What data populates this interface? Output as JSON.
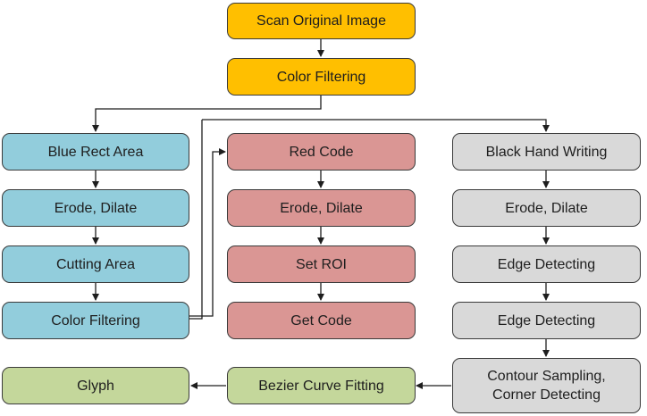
{
  "colors": {
    "orange": "#ffbf00",
    "blue": "#92cddc",
    "red": "#da9694",
    "gray": "#d9d9d9",
    "green": "#c4d79b",
    "border": "#3a3a3a"
  },
  "nodes": {
    "scan": "Scan Original Image",
    "color_filter_top": "Color Filtering",
    "blue_rect": "Blue Rect Area",
    "blue_erode": "Erode, Dilate",
    "cutting": "Cutting Area",
    "blue_color_filter": "Color Filtering",
    "red_code": "Red Code",
    "red_erode": "Erode, Dilate",
    "set_roi": "Set ROI",
    "get_code": "Get Code",
    "black_hand": "Black Hand Writing",
    "black_erode": "Erode, Dilate",
    "edge1": "Edge Detecting",
    "edge2": "Edge Detecting",
    "contour": "Contour Sampling,\nCorner Detecting",
    "bezier": "Bezier Curve Fitting",
    "glyph": "Glyph"
  }
}
